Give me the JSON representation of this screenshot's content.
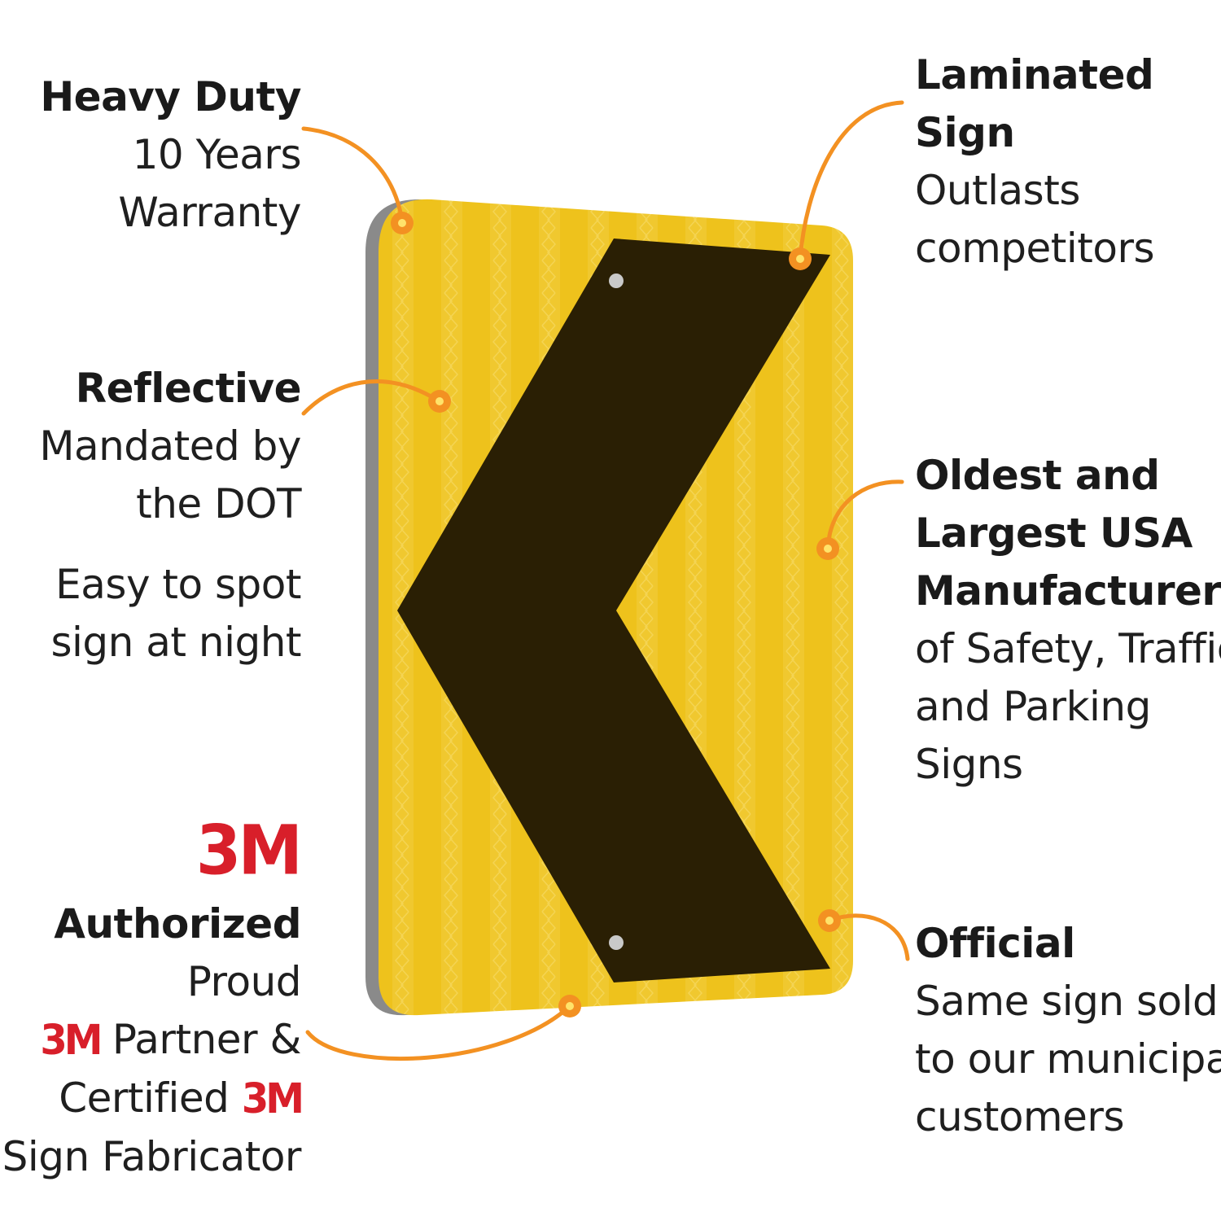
{
  "callouts": {
    "heavy_duty": {
      "title": "Heavy Duty",
      "lines": [
        "10 Years",
        "Warranty"
      ]
    },
    "reflective": {
      "title": "Reflective",
      "lines": [
        "Mandated by",
        "the DOT"
      ],
      "extra": [
        "Easy to spot",
        "sign at night"
      ]
    },
    "authorized": {
      "logo": "3M",
      "title": "Authorized",
      "line1": "Proud",
      "line2_text": "Partner &",
      "line3_text": "Certified",
      "line4": "Sign Fabricator"
    },
    "laminated": {
      "title_lines": [
        "Laminated",
        "Sign"
      ],
      "lines": [
        "Outlasts",
        "competitors"
      ]
    },
    "oldest": {
      "title_lines": [
        "Oldest and",
        "Largest USA",
        "Manufacturer"
      ],
      "lines": [
        "of Safety, Traffic",
        "and Parking",
        "Signs"
      ]
    },
    "official": {
      "title": "Official",
      "lines": [
        "Same sign sold",
        "to our municipal",
        "customers"
      ]
    }
  },
  "colors": {
    "sign_yellow": "#eec21c",
    "chevron": "#2a1f04",
    "callout_orange": "#f39122",
    "logo_red": "#d81f2a"
  },
  "icons": {
    "sign": "chevron-left-sign",
    "dot": "callout-dot-icon"
  }
}
